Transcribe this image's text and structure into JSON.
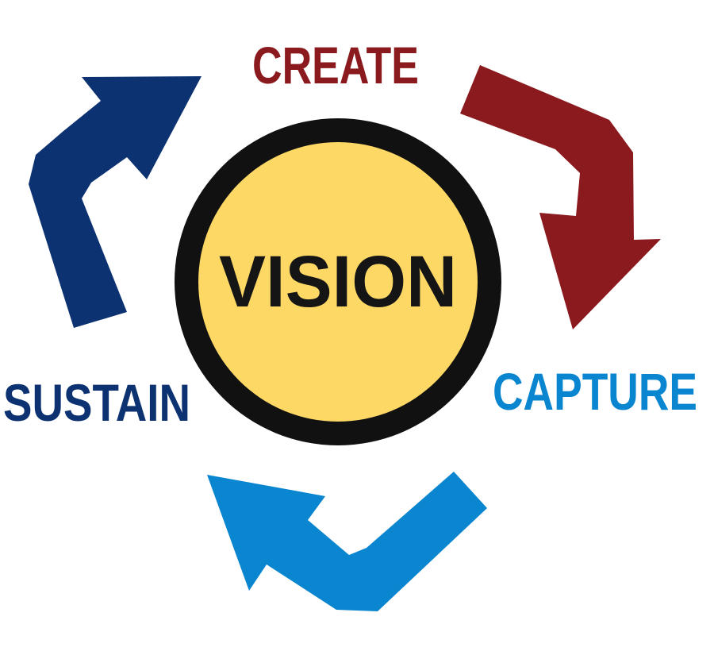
{
  "diagram": {
    "center_label": "VISION",
    "stages": [
      {
        "label": "CREATE",
        "color": "#8b1a1f"
      },
      {
        "label": "CAPTURE",
        "color": "#0a85cf"
      },
      {
        "label": "SUSTAIN",
        "color": "#0c3272"
      }
    ],
    "center_fill": "#fdd865",
    "center_ring": "#111111",
    "center_text_color": "#151515"
  }
}
